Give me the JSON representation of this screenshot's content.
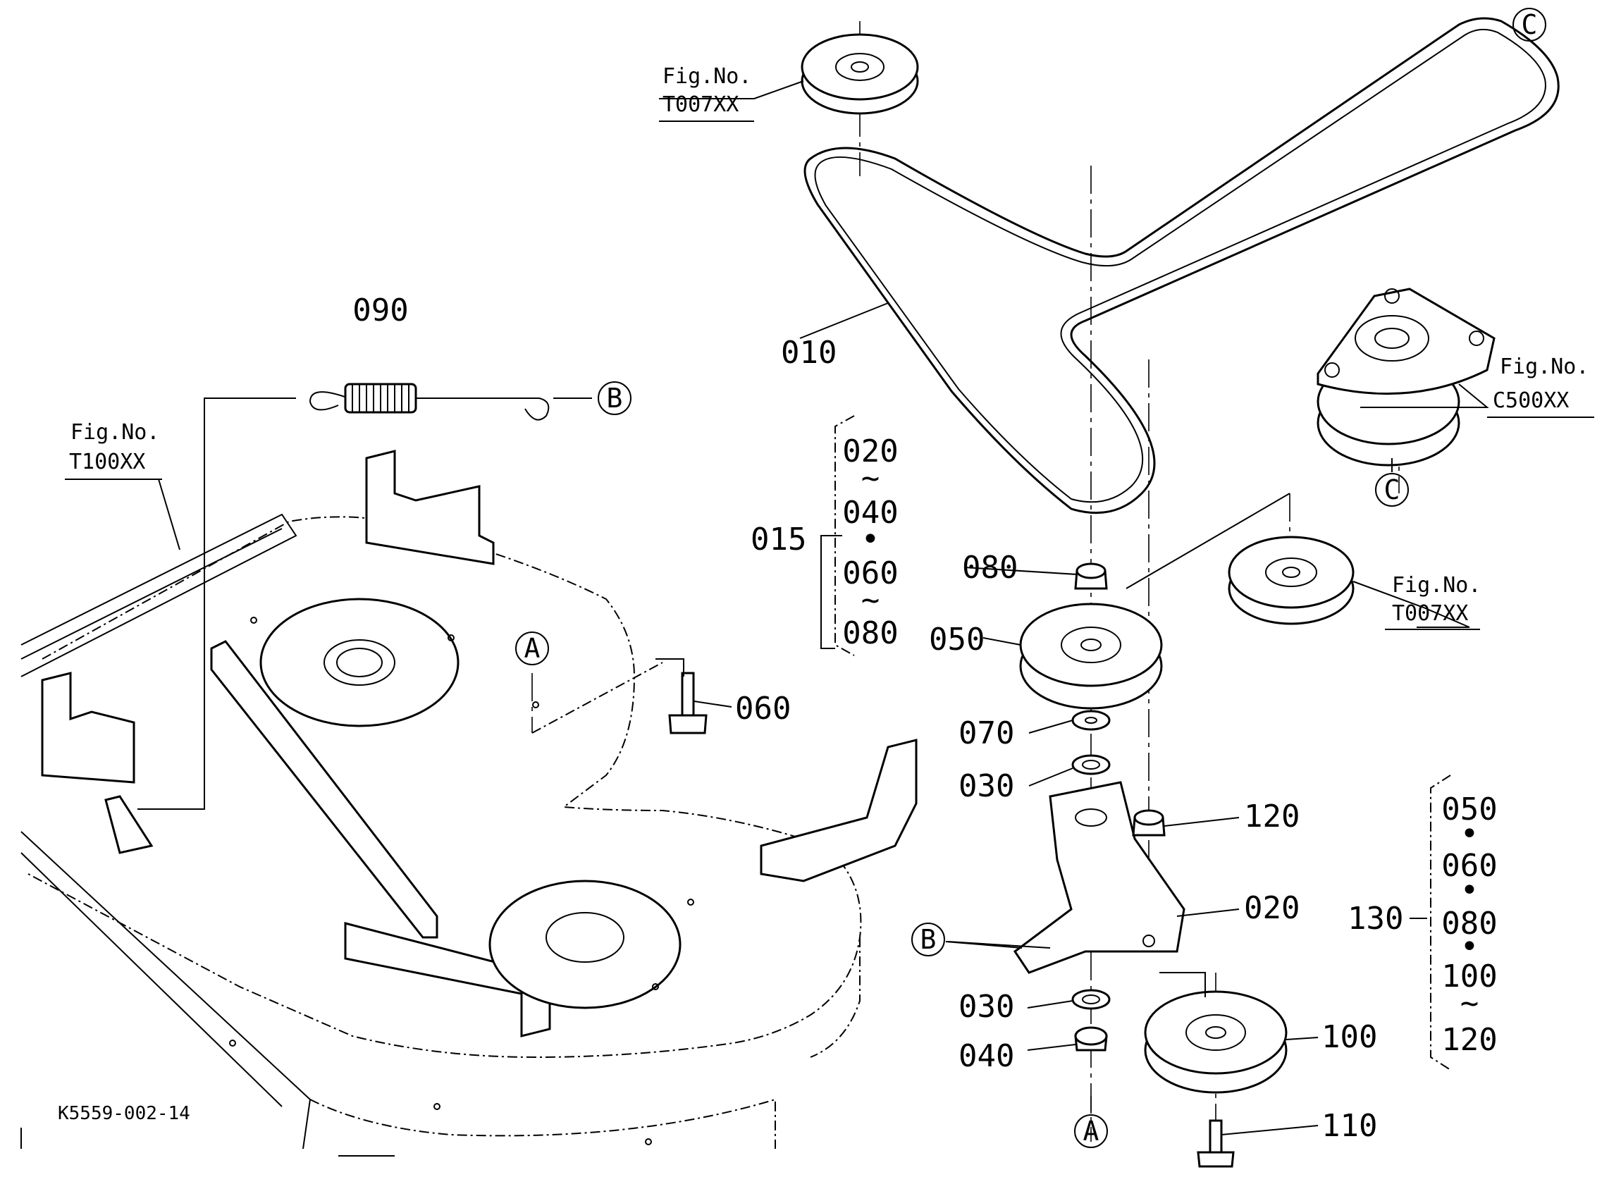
{
  "drawing_code": "K5559-002-14",
  "refs": {
    "ref_090": "090",
    "ref_010": "010",
    "ref_015": "015",
    "ref_080": "080",
    "ref_050": "050",
    "ref_060": "060",
    "ref_070": "070",
    "ref_030_upper": "030",
    "ref_120": "120",
    "ref_020": "020",
    "ref_030_lower": "030",
    "ref_040": "040",
    "ref_100": "100",
    "ref_110": "110",
    "ref_130": "130"
  },
  "groups": {
    "group_015": [
      "020",
      "~",
      "040",
      "•",
      "060",
      "~",
      "080"
    ],
    "group_130": [
      "050",
      "•",
      "060",
      "•",
      "080",
      "•",
      "100",
      "~",
      "120"
    ]
  },
  "figure_refs": {
    "top_pulley": {
      "line1": "Fig.No.",
      "line2": "T007XX"
    },
    "right_pulley": {
      "line1": "Fig.No.",
      "line2": "T007XX"
    },
    "clutch": {
      "line1": "Fig.No.",
      "line2": "C500XX"
    },
    "deck": {
      "line1": "Fig.No.",
      "line2": "T100XX"
    }
  },
  "circle_refs": {
    "a_deck": "A",
    "a_bottom": "A",
    "b_spring": "B",
    "b_bracket": "B",
    "c_belt": "C",
    "c_clutch": "C"
  }
}
